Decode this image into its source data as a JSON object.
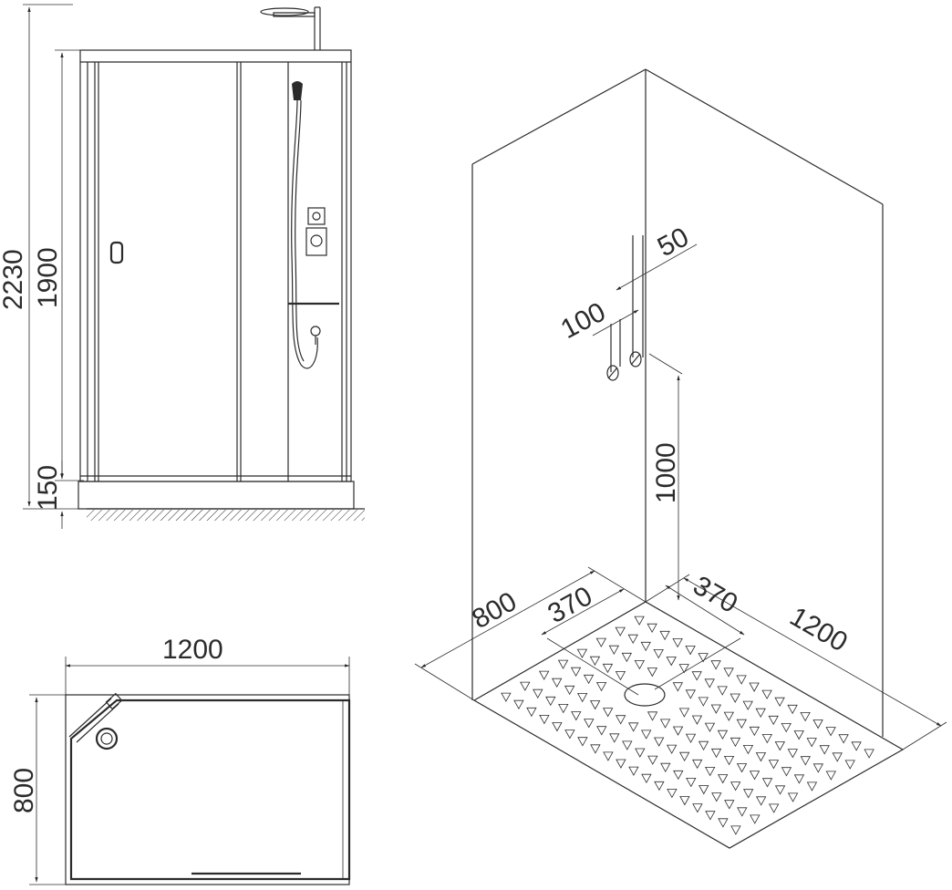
{
  "front_view": {
    "dims": {
      "total_height": "2230",
      "cabin_height": "1900",
      "tray_height": "150"
    }
  },
  "top_view": {
    "dims": {
      "width": "1200",
      "depth": "800"
    }
  },
  "isometric_view": {
    "dims": {
      "pipe_spacing": "50",
      "pipe_offset": "100",
      "outlet_height": "1000",
      "side_depth": "800",
      "drain_offset_left": "370",
      "drain_offset_right": "370",
      "side_width": "1200"
    }
  }
}
